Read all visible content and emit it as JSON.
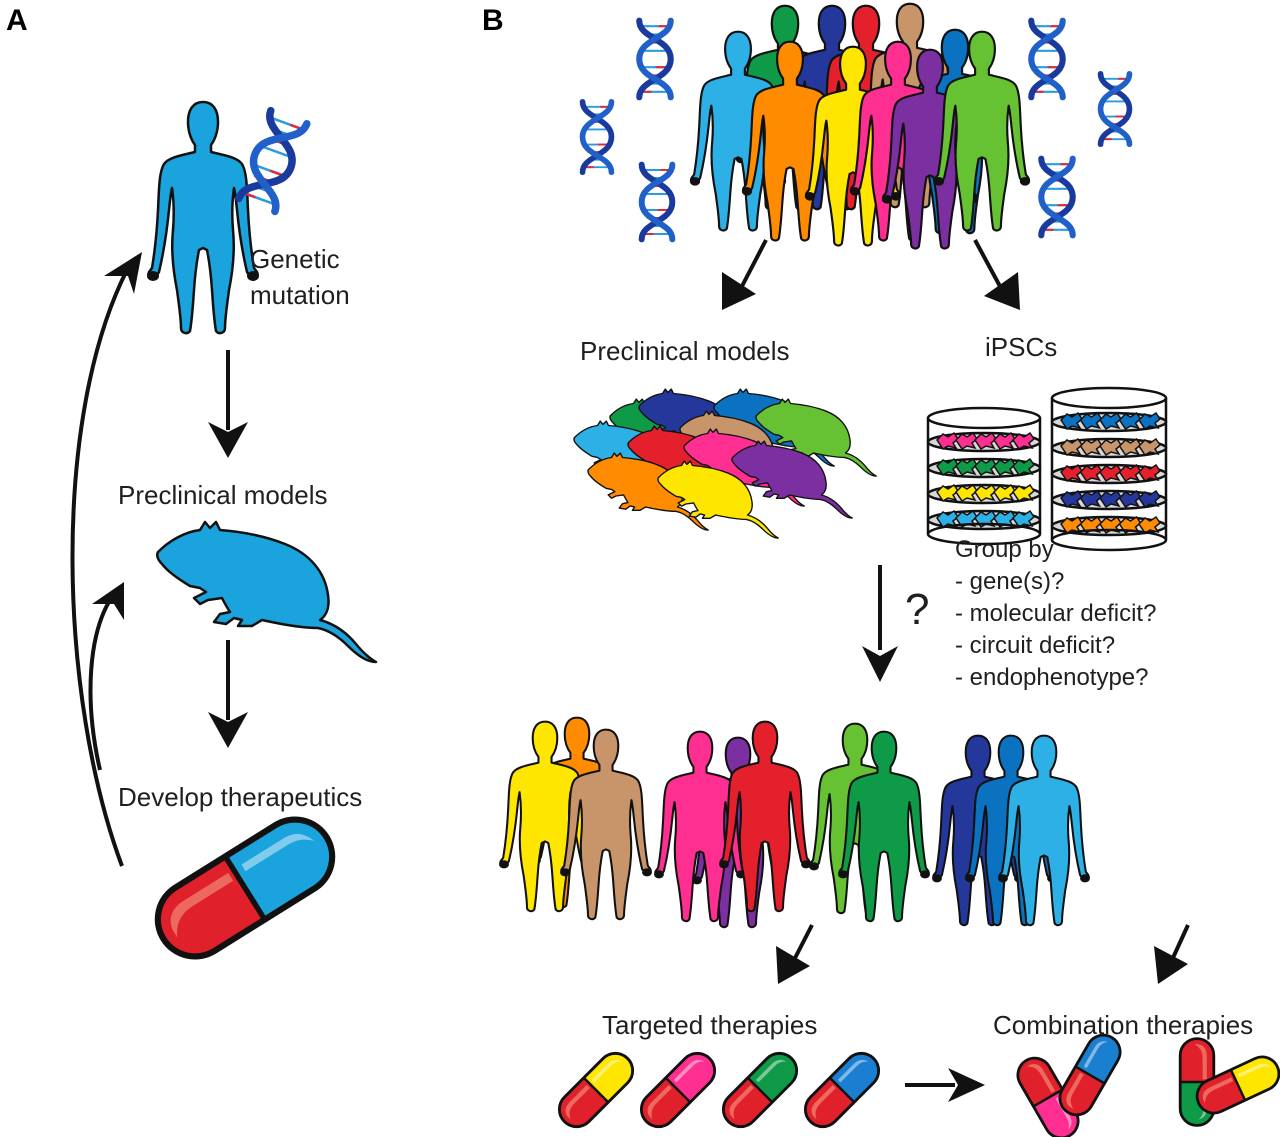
{
  "panels": {
    "a_label": "A",
    "b_label": "B"
  },
  "panel_a": {
    "genetic_mutation_line1": "Genetic",
    "genetic_mutation_line2": "mutation",
    "preclinical_models": "Preclinical models",
    "develop_therapeutics": "Develop therapeutics",
    "person_color": "#1aa3dc",
    "mouse_color": "#1aa3dc",
    "pill_colors": [
      "#e0202a",
      "#1aa3dc"
    ]
  },
  "panel_b": {
    "preclinical_models": "Preclinical models",
    "ipscs": "iPSCs",
    "question_mark": "?",
    "group_by": {
      "title": "Group by",
      "items": [
        "- gene(s)?",
        "- molecular deficit?",
        "- circuit deficit?",
        "- endophenotype?"
      ]
    },
    "targeted_therapies": "Targeted therapies",
    "combination_therapies": "Combination therapies",
    "population_colors": [
      "#2db0e6",
      "#0e9a47",
      "#ff8c00",
      "#24389c",
      "#ffe600",
      "#e3202b",
      "#ff2f92",
      "#c8956b",
      "#7b2fa0",
      "#0a72c0",
      "#66c232"
    ],
    "mouse_colors": [
      "#0e9a47",
      "#24389c",
      "#0a72c0",
      "#c8956b",
      "#66c232",
      "#2db0e6",
      "#e3202b",
      "#ff2f92",
      "#7b2fa0",
      "#ff8c00",
      "#ffe600"
    ],
    "dish_stack_left_colors": [
      "#ff2f92",
      "#0e9a47",
      "#ffe600",
      "#2db0e6"
    ],
    "dish_stack_right_colors": [
      "#0a72c0",
      "#c8956b",
      "#e3202b",
      "#24389c",
      "#ff8c00"
    ],
    "groups": [
      {
        "name": "group-1",
        "colors": [
          "#ffe600",
          "#ff8c00",
          "#c8956b"
        ]
      },
      {
        "name": "group-2",
        "colors": [
          "#ff2f92",
          "#e3202b",
          "#7b2fa0"
        ]
      },
      {
        "name": "group-3",
        "colors": [
          "#66c232",
          "#0e9a47"
        ]
      },
      {
        "name": "group-4",
        "colors": [
          "#24389c",
          "#0a72c0",
          "#2db0e6"
        ]
      },
      {
        "name": "group-combo",
        "split_colors": [
          [
            "#ff2f92",
            "#0a72c0"
          ],
          [
            "#0e9a47",
            "#ffe600"
          ]
        ]
      }
    ],
    "targeted_pill_caps": [
      "#ffe600",
      "#ff2f92",
      "#0e9a47",
      "#1a7fd0"
    ],
    "combo_pills": [
      {
        "caps": [
          "#ff2f92",
          "#1a7fd0"
        ]
      },
      {
        "caps": [
          "#0e9a47",
          "#ffe600"
        ]
      }
    ]
  }
}
